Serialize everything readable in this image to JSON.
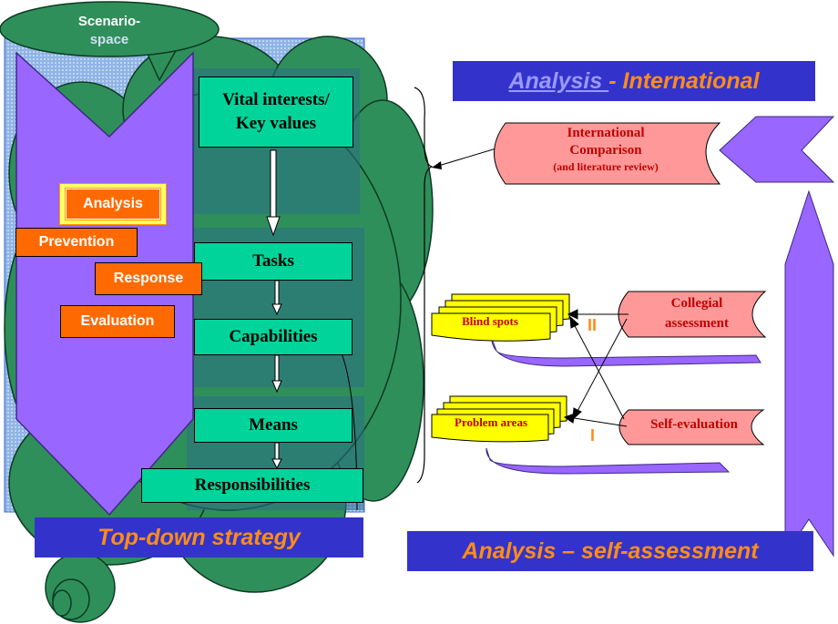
{
  "scenario": {
    "line1": "Scenario-",
    "line2": "space"
  },
  "flow": {
    "vital": {
      "line1": "Vital interests/",
      "line2": "Key values"
    },
    "tasks": "Tasks",
    "capabilities": "Capabilities",
    "means": "Means",
    "responsibilities": "Responsibilities"
  },
  "phases": {
    "analysis": "Analysis",
    "prevention": "Prevention",
    "response": "Response",
    "evaluation": "Evaluation"
  },
  "banners": {
    "topdown": "Top-down strategy",
    "intl_prefix": "Analysis ",
    "intl_dash": "- ",
    "intl_suffix": "International",
    "self": "Analysis – self-assessment"
  },
  "international": {
    "line1": "International",
    "line2": "Comparison",
    "line3": "(and literature review)"
  },
  "collegial": {
    "line1": "Collegial",
    "line2": "assessment"
  },
  "self_evaluation": "Self-evaluation",
  "blind_spots": "Blind spots",
  "problem_areas": "Problem areas",
  "roman": {
    "two": "II",
    "one": "I"
  },
  "colors": {
    "purple": "#9966ff",
    "green": "#00d49a",
    "cloud": "#2f8f5a",
    "banner": "#3333cc",
    "orange": "#ff6a00",
    "pink": "#ff9999"
  }
}
